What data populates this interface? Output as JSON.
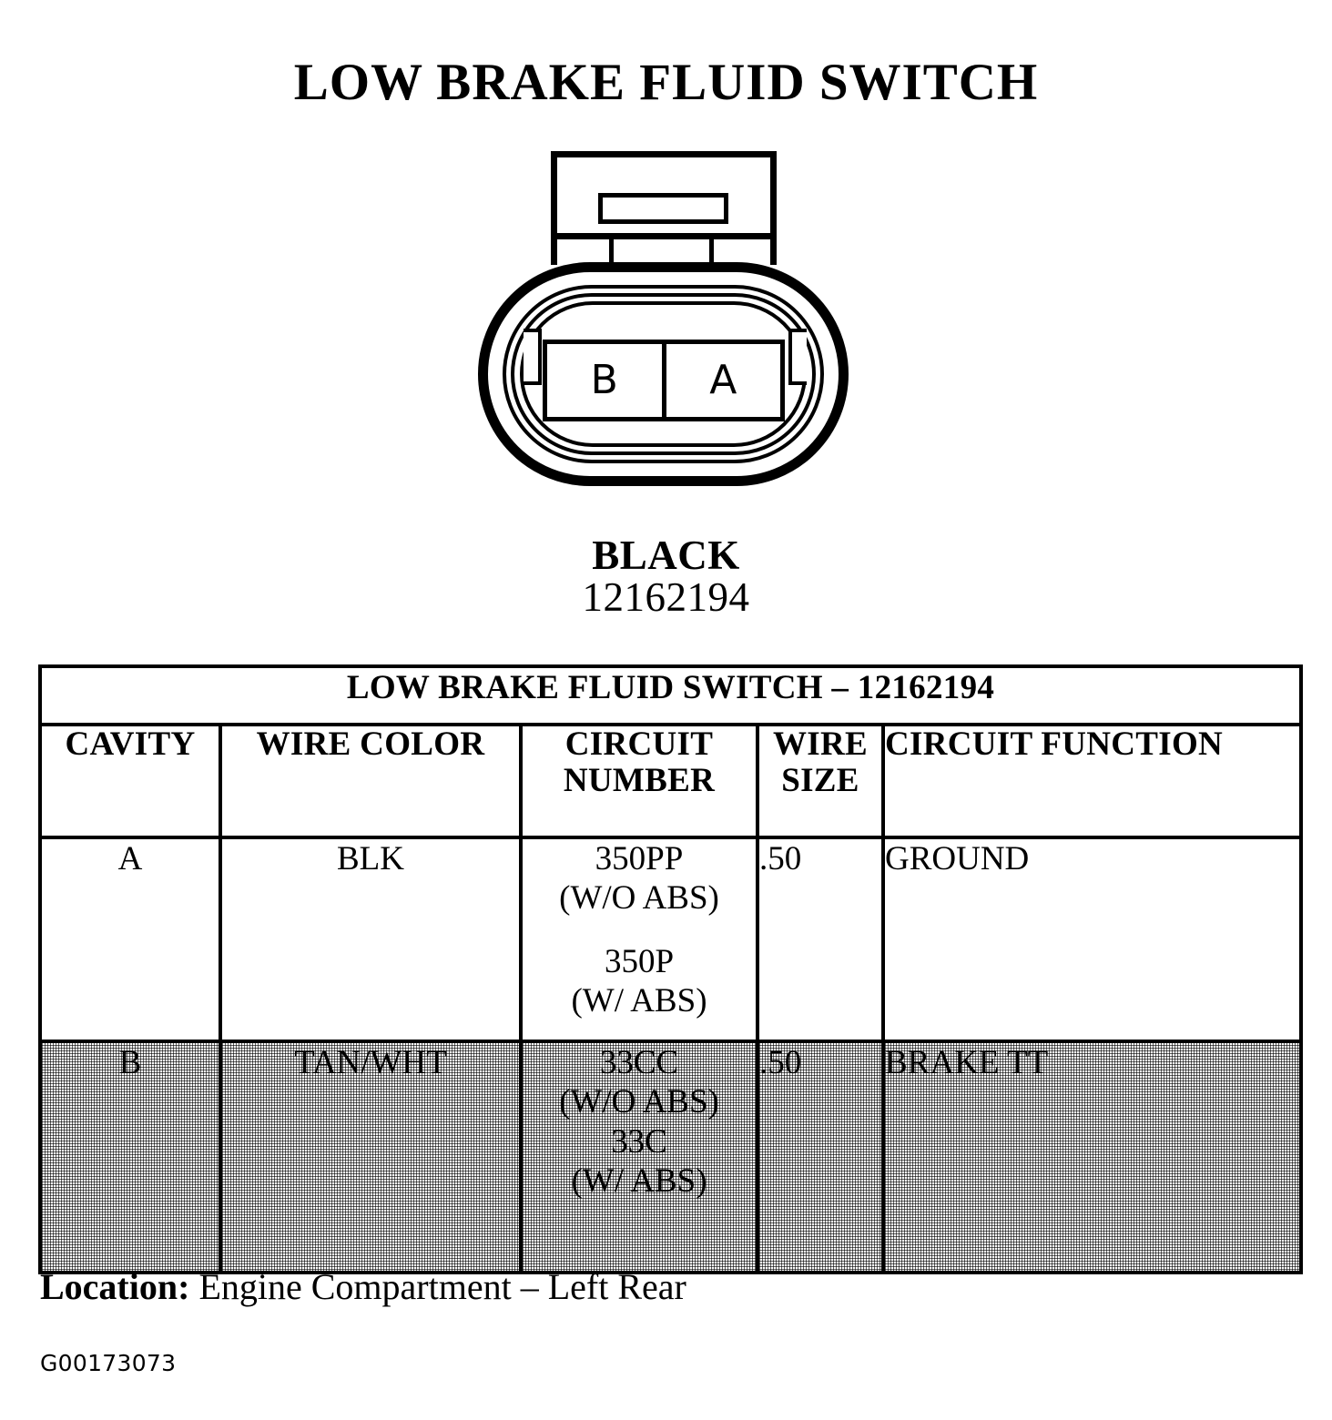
{
  "page": {
    "title": "LOW BRAKE FLUID SWITCH",
    "figure_id": "G00173073"
  },
  "connector": {
    "color_label": "BLACK",
    "part_number": "12162194",
    "cavities": [
      {
        "id": "cavity-b",
        "label": "B"
      },
      {
        "id": "cavity-a",
        "label": "A"
      }
    ]
  },
  "table": {
    "title": "LOW BRAKE FLUID SWITCH – 12162194",
    "headers": [
      "CAVITY",
      "WIRE  COLOR",
      "CIRCUIT NUMBER",
      "WIRE SIZE",
      "CIRCUIT FUNCTION"
    ],
    "headers_split": {
      "cavity": "CAVITY",
      "wire_color": "WIRE  COLOR",
      "circuit_number_line1": "CIRCUIT",
      "circuit_number_line2": "NUMBER",
      "wire_size_line1": "WIRE",
      "wire_size_line2": "SIZE",
      "circuit_function": "CIRCUIT FUNCTION"
    },
    "rows": [
      {
        "cavity": "A",
        "wire_color": "BLK",
        "circuit_number_line1": "350PP",
        "circuit_number_line2": "(W/O ABS)",
        "circuit_number_line3": "350P",
        "circuit_number_line4": "(W/ ABS)",
        "wire_size": ".50",
        "circuit_function": "GROUND",
        "shaded": false
      },
      {
        "cavity": "B",
        "wire_color": "TAN/WHT",
        "circuit_number_line1": "33CC",
        "circuit_number_line2": "(W/O ABS)",
        "circuit_number_line3": "33C",
        "circuit_number_line4": "(W/ ABS)",
        "wire_size": ".50",
        "circuit_function": "BRAKE TT",
        "shaded": true
      }
    ]
  },
  "location": {
    "label": "Location:",
    "value": "Engine Compartment – Left Rear"
  },
  "colors": {
    "ink": "#000000",
    "paper": "#ffffff",
    "row_highlight": "#c8c8c8"
  }
}
